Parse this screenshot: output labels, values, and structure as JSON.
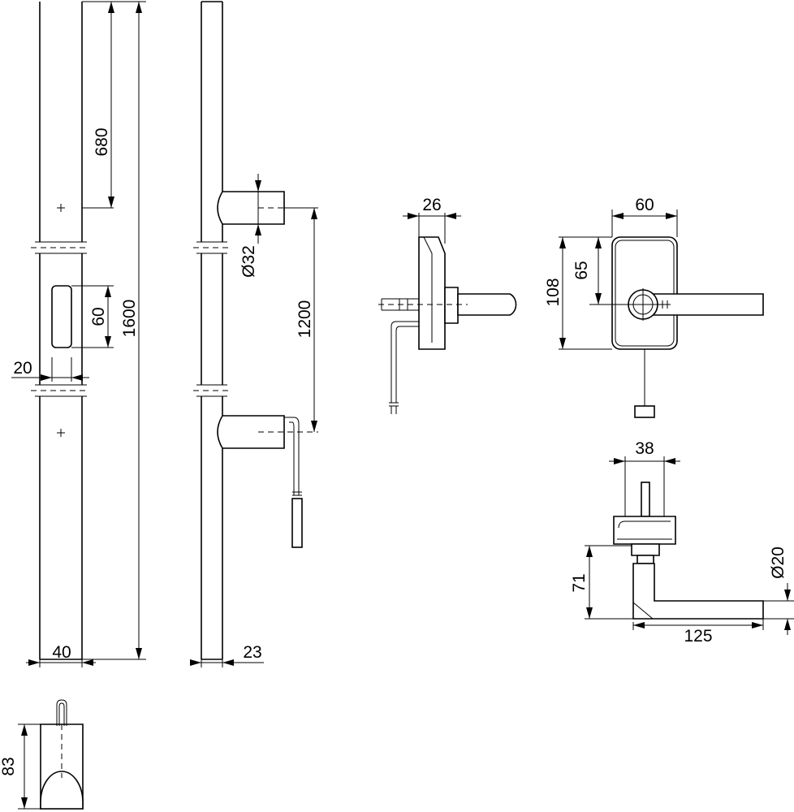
{
  "dimensions": {
    "d680": "680",
    "d60_slot": "60",
    "d1600": "1600",
    "d20": "20",
    "d40": "40",
    "d23": "23",
    "d32": "Ø32",
    "d1200": "1200",
    "d26": "26",
    "d60_rose": "60",
    "d65": "65",
    "d108": "108",
    "d38": "38",
    "d20_dia": "Ø20",
    "d71": "71",
    "d125": "125",
    "d83": "83"
  },
  "colors": {
    "line": "#000000",
    "background": "#ffffff"
  }
}
